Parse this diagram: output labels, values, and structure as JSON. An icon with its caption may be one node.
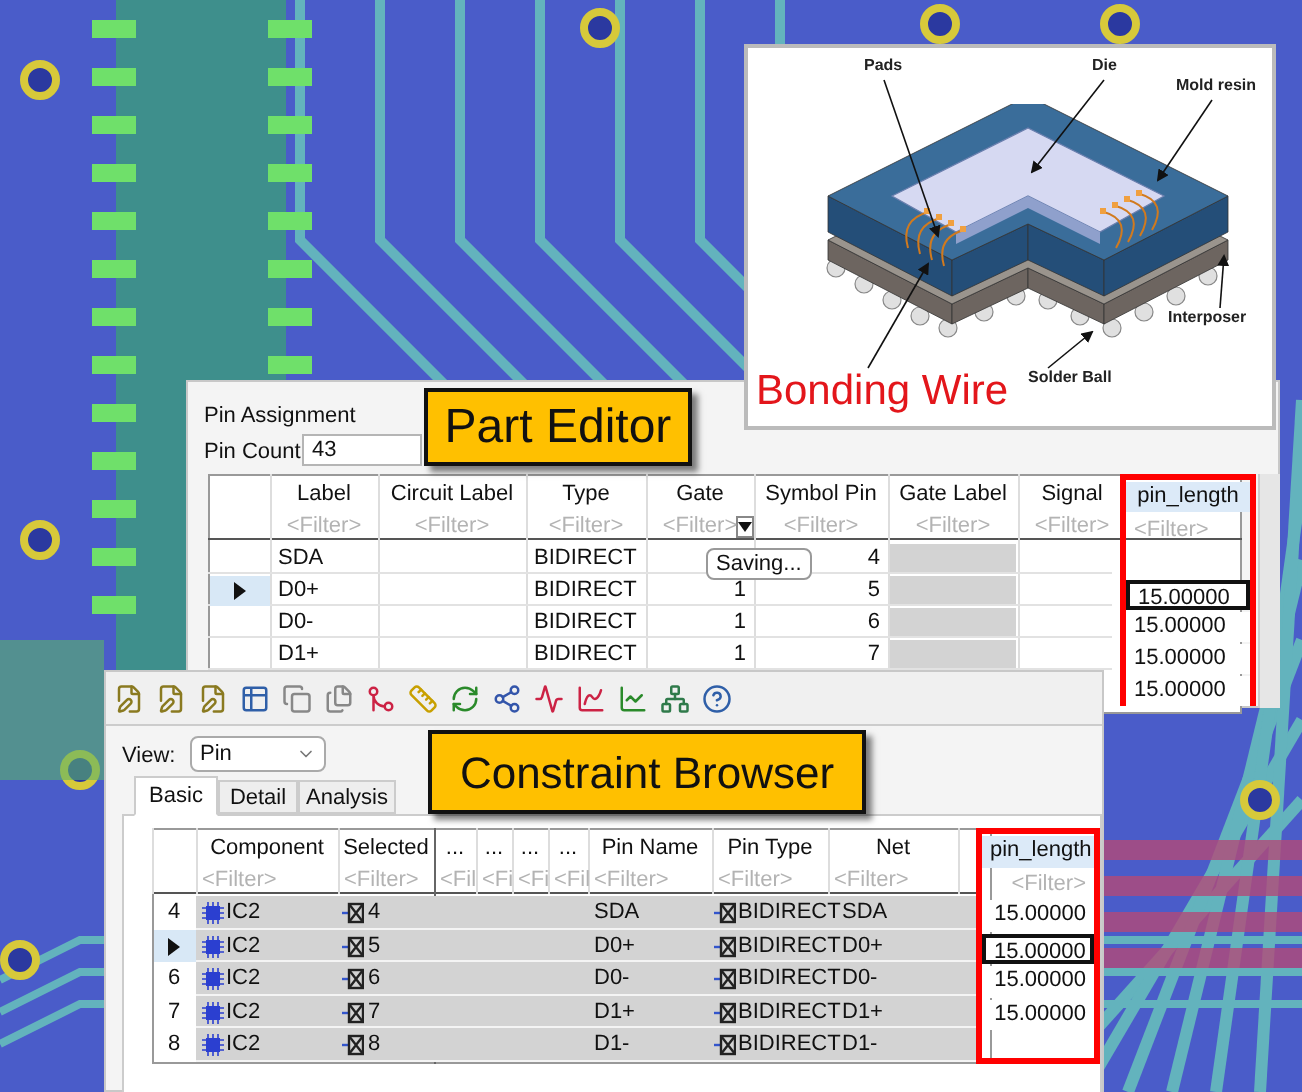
{
  "diagram": {
    "nodes": [
      {
        "text": [],
        "shape": "picture"
      },
      {
        "text": [
          "Pads"
        ],
        "in": 0
      },
      {
        "text": [
          "Die"
        ],
        "in": 0
      },
      {
        "text": [
          "Mold resin"
        ],
        "in": 0
      },
      {
        "text": [
          "Interposer"
        ],
        "in": 0
      },
      {
        "text": [
          "Solder Ball"
        ],
        "in": 0
      },
      {
        "text": [
          "Bonding Wire"
        ],
        "in": 0
      },
      {
        "text": [
          "Pin Assignment"
        ]
      },
      {
        "text": [
          "Part Editor"
        ],
        "in": 7
      },
      {
        "text": [
          "pin_length",
          "<Filter>",
          "15.00000",
          "15.00000",
          "15.00000",
          "15.00000"
        ],
        "in": 7
      },
      {
        "text": [],
        "shape": "box"
      },
      {
        "text": [
          "Constraint Browser"
        ],
        "in": 10
      },
      {
        "text": [
          "pin_length",
          "<Filter>",
          "15.00000",
          "15.00000",
          "15.00000",
          "15.00000"
        ],
        "in": 10
      }
    ],
    "edges": [
      {
        "from": 1,
        "to": null,
        "arrow": "to"
      },
      {
        "from": 2,
        "to": null,
        "arrow": "to"
      },
      {
        "from": 3,
        "to": null,
        "arrow": "to"
      },
      {
        "from": 4,
        "to": null,
        "arrow": "to"
      },
      {
        "from": 5,
        "to": null,
        "arrow": "to"
      },
      {
        "from": 6,
        "to": null,
        "arrow": "to"
      }
    ],
    "labels": [
      "Pin Count:",
      "43",
      "Label",
      "Circuit Label",
      "Type",
      "Gate",
      "Symbol Pin",
      "Gate Label",
      "Signal",
      "<Filter>",
      "<Filter>",
      "<Filter>",
      "<Filter>",
      "<Filter>",
      "<Filter>",
      "<Filter>",
      "SDA",
      "BIDIRECT",
      "4",
      "D0+",
      "BIDIRECT",
      "1",
      "5",
      "D0-",
      "BIDIRECT",
      "1",
      "6",
      "D1+",
      "BIDIRECT",
      "1",
      "7",
      "Saving...",
      "View:",
      "Pin",
      "Basic",
      "Detail",
      "Analysis",
      "Component",
      "Selected",
      "...",
      "...",
      "...",
      "...",
      "Pin Name",
      "Pin Type",
      "Net",
      "<Filter>",
      "<Filter>",
      "<Fil",
      "<Fi",
      "<Fi",
      "<Fil",
      "<Filter>",
      "<Filter>",
      "<Filter>",
      "4",
      "IC2",
      "4",
      "SDA",
      "BIDIRECT",
      "SDA",
      "IC2",
      "5",
      "D0+",
      "BIDIRECT",
      "D0+",
      "6",
      "IC2",
      "6",
      "D0-",
      "BIDIRECT",
      "D0-",
      "7",
      "IC2",
      "7",
      "D1+",
      "BIDIRECT",
      "D1+",
      "8",
      "IC2",
      "8",
      "D1-",
      "BIDIRECT",
      "D1-"
    ]
  }
}
